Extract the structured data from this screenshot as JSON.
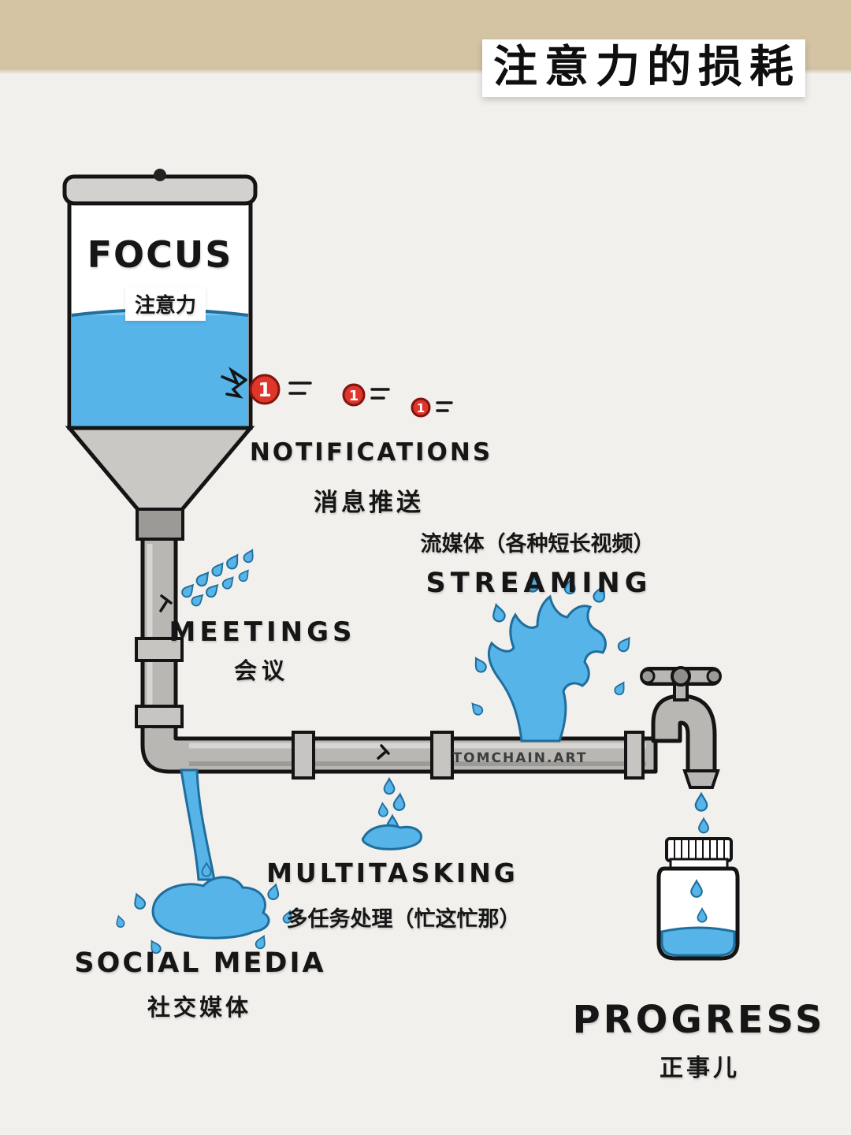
{
  "title": "注意力的损耗",
  "watermark": "TOMCHAIN.ART",
  "tank": {
    "en": "FOCUS",
    "zh": "注意力"
  },
  "labels": {
    "notifications": {
      "en": "NOTIFICATIONS",
      "zh": "消息推送",
      "badge_count": "1"
    },
    "meetings": {
      "en": "MEETINGS",
      "zh": "会议"
    },
    "streaming": {
      "en": "STREAMING",
      "zh": "流媒体（各种短长视频）"
    },
    "multitasking": {
      "en": "MULTITASKING",
      "zh": "多任务处理（忙这忙那）"
    },
    "social_media": {
      "en": "SOCIAL MEDIA",
      "zh": "社交媒体"
    },
    "progress": {
      "en": "PROGRESS",
      "zh": "正事儿"
    }
  },
  "colors": {
    "paper": "#f2f0ec",
    "banner": "#d4c4a4",
    "water": "#56b4e9",
    "water_outline": "#1f6e9c",
    "pipe": "#b8b7b4",
    "badge_red": "#e0352b",
    "ink": "#141414"
  }
}
